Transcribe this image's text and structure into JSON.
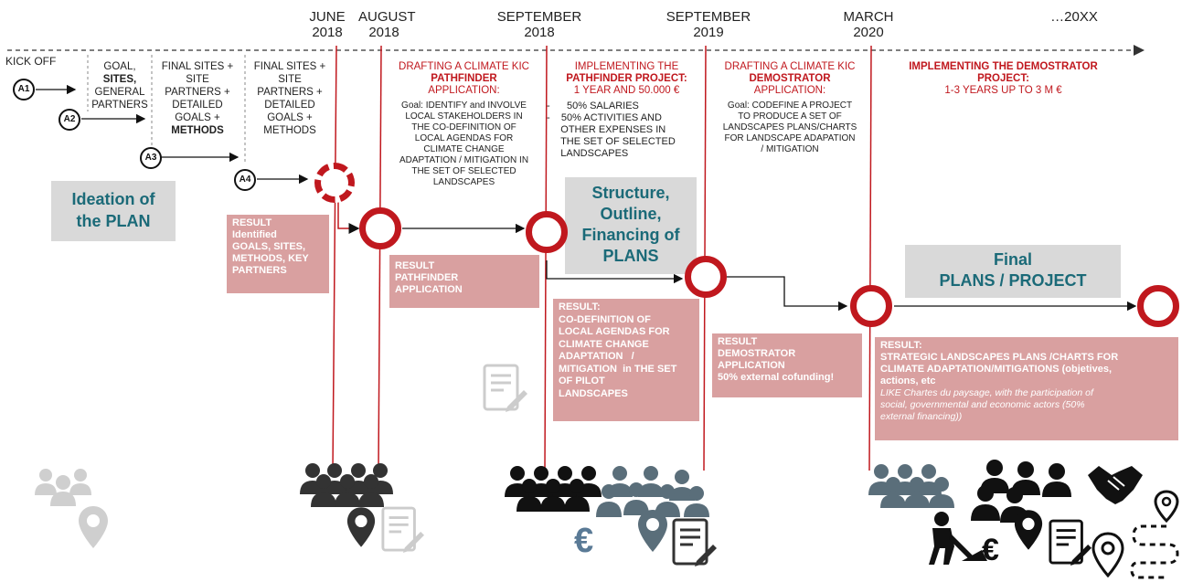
{
  "timeline": {
    "dates": [
      "JUNE\n2018",
      "AUGUST\n2018",
      "SEPTEMBER\n2018",
      "SEPTEMBER\n2019",
      "MARCH\n2020",
      "…20XX"
    ]
  },
  "activities": {
    "kick_off": "KICK OFF",
    "a1": "A1",
    "a2": "A2",
    "a3": "A3",
    "a4": "A4",
    "col1_a": "GOAL,",
    "col1_b": "SITES,",
    "col1_c": "GENERAL\nPARTNERS",
    "col2_a": "FINAL SITES +\nSITE\nPARTNERS +\nDETAILED\nGOALS +",
    "col2_b": "METHODS",
    "col3": "FINAL SITES +\nSITE\nPARTNERS +\nDETAILED\nGOALS +\nMETHODS"
  },
  "phases": {
    "p1_title_a": "DRAFTING A CLIMATE KIC",
    "p1_title_b": "PATHFINDER",
    "p1_title_c": "APPLICATION:",
    "p1_desc": "Goal: IDENTIFY and INVOLVE\nLOCAL STAKEHOLDERS IN\nTHE CO-DEFINITION OF\nLOCAL AGENDAS FOR\nCLIMATE CHANGE\nADAPTATION / MITIGATION IN\nTHE SET OF SELECTED\nLANDSCAPES",
    "p2_title_a": "IMPLEMENTING THE",
    "p2_title_b": "PATHFINDER PROJECT:",
    "p2_title_c": "1 YEAR AND 50.000 €",
    "p2_desc": "-      50% SALARIES\n-    50% ACTIVITIES AND\n     OTHER EXPENSES IN\n     THE SET OF SELECTED\n     LANDSCAPES",
    "p3_title_a": "DRAFTING A CLIMATE KIC",
    "p3_title_b": "DEMOSTRATOR",
    "p3_title_c": "APPLICATION:",
    "p3_desc": "Goal: CODEFINE A PROJECT\nTO PRODUCE A SET OF\nLANDSCAPES PLANS/CHARTS\nFOR LANDSCAPE ADAPATION\n/ MITIGATION",
    "p4_title_a": "IMPLEMENTING THE DEMOSTRATOR",
    "p4_title_b": "PROJECT:",
    "p4_title_c": "1-3 YEARS UP TO 3 M €"
  },
  "boxes": {
    "ideation": "Ideation of\nthe PLAN",
    "structure": "Structure,\nOutline,\nFinancing of\nPLANS",
    "final": "Final\nPLANS / PROJECT"
  },
  "results": {
    "r1": "RESULT\nIdentified\nGOALS, SITES,\nMETHODS, KEY\nPARTNERS",
    "r2": "RESULT\nPATHFINDER\nAPPLICATION",
    "r3": "RESULT:\nCO-DEFINITION OF\nLOCAL AGENDAS FOR\nCLIMATE CHANGE\nADAPTATION   /\nMITIGATION  in THE SET\nOF PILOT\nLANDSCAPES",
    "r4": "RESULT\nDEMOSTRATOR\nAPPLICATION\n50% external cofunding!",
    "r5_a": "RESULT:\nSTRATEGIC LANDSCAPES PLANS /CHARTS FOR\nCLIMATE ADAPTATION/MITIGATIONS (objetives,\nactions, etc",
    "r5_b": "LIKE Chartes du paysage, with the participation of\nsocial, governmental and economic actors (50%\nexternal financing))"
  },
  "colors": {
    "accent_red": "#c0181e",
    "result_pink": "#d9a0a0",
    "title_teal": "#1b6a78",
    "box_gray": "#d9d9d9"
  },
  "icons": [
    "people-group-icon",
    "location-pin-icon",
    "document-icon",
    "euro-icon",
    "handshake-icon",
    "worker-icon",
    "route-icon"
  ]
}
